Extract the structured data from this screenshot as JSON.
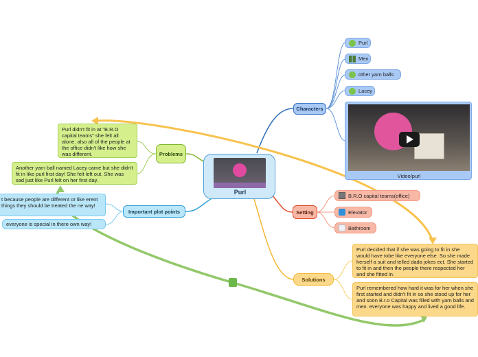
{
  "central": {
    "title": "Purl"
  },
  "characters": {
    "label": "Characters",
    "items": [
      {
        "label": "Purl",
        "icon": "yarn-ball-icon"
      },
      {
        "label": "Men",
        "icon": "men-icon"
      },
      {
        "label": "other yarn balls",
        "icon": "yarn-ball-icon"
      },
      {
        "label": "Lacey",
        "icon": "yarn-ball-icon"
      }
    ],
    "video": {
      "caption": "Video/purl",
      "icon": "play-icon"
    }
  },
  "problems": {
    "label": "Problems",
    "notes": [
      "Purl didn't fit in at \"B.R.O capital teams\" she felt all alone. also all of the people at the office didn't like how she was different.",
      "Another yarn ball named Lacey came but she didn't fit in like purl first day! She felt left out. She was sad just like Purl felt on her first day."
    ]
  },
  "plot_points": {
    "label": "Important plot points",
    "notes": [
      "t because people are different or like erent things they should be treated the ne way!",
      "everyone is special in there own way!"
    ]
  },
  "setting": {
    "label": "Setting",
    "items": [
      {
        "label": "B.R.O capital teams(office)",
        "icon": "office-building-icon"
      },
      {
        "label": "Elevator",
        "icon": "elevator-icon"
      },
      {
        "label": "Bathroom",
        "icon": "bathroom-icon"
      }
    ]
  },
  "solutions": {
    "label": "Solutions",
    "notes": [
      "Purl decided that if she was going to fit in she would have tobe like everyone else. So she made herself a suit and telled dada jokes ect. She started to fit in and then the people there respected her and she fitted in.",
      "Purl remembered how hard it was for her when she first started and didn't fit in so she stood up for her and soon B.r.o Capital was filled with yarn balls and men. everyone was happy and lived a good life."
    ]
  },
  "colors": {
    "characters": "#a9c9f5",
    "problems": "#d4ef8c",
    "plot_points": "#b9e6f8",
    "setting": "#f8b8a6",
    "solutions": "#fcd98a",
    "arrow_yellow": "#f8c24e",
    "arrow_green": "#93c86a"
  }
}
